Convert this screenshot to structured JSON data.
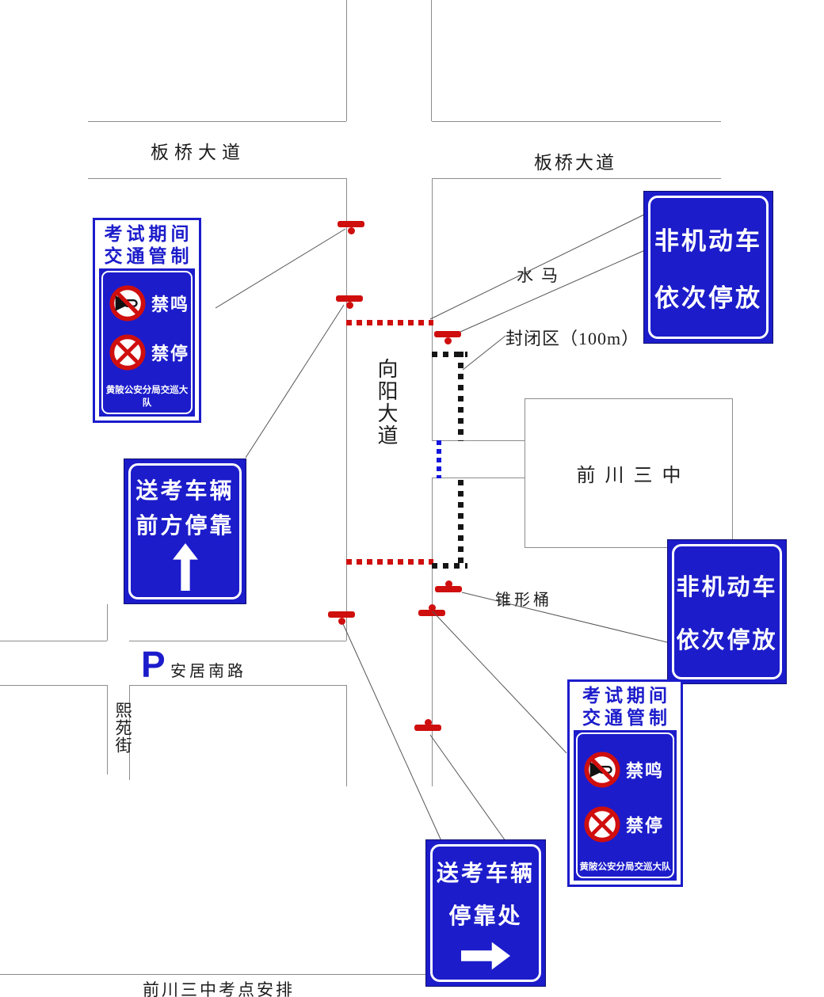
{
  "diagram": {
    "title": "前川三中考点安排",
    "roads": {
      "banqiao": "板桥大道",
      "xiangyang": "向阳大道",
      "anju_south": "安居南路",
      "xiyuan": "熙苑街"
    },
    "building": {
      "name": "前川三中"
    },
    "annotations": {
      "water_barrier": "水马",
      "closed_zone": "封闭区（100m）",
      "traffic_cone": "锥形桶"
    },
    "parking_symbol": "P",
    "signs": {
      "control": {
        "header_line1": "考试期间",
        "header_line2": "交通管制",
        "no_horn": "禁鸣",
        "no_stop": "禁停",
        "footer": "黄陂公安分局交巡大队"
      },
      "nonmotor": {
        "line1": "非机动车",
        "line2": "依次停放"
      },
      "escort_ahead": {
        "line1": "送考车辆",
        "line2": "前方停靠"
      },
      "escort_stop": {
        "line1": "送考车辆",
        "line2": "停靠处"
      }
    },
    "colors": {
      "sign_blue": "#1c1ccb",
      "barrier_red": "#cf0e0e",
      "closed_zone_black": "#151515",
      "entrance_blue": "#1414dd",
      "road_gray": "#8c8c8c"
    }
  }
}
